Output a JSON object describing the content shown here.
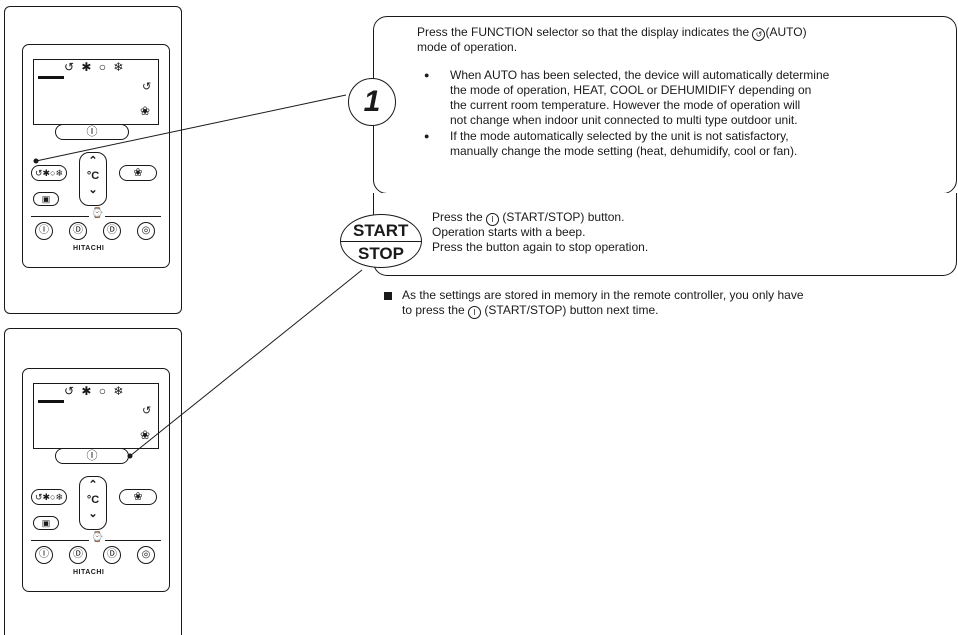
{
  "remote": {
    "lcd_mode_icons": "↺ ✱ ○ ❄",
    "lcd_auto_icon": "↺",
    "lcd_fan_icon": "❀",
    "start_stop_symbol": "Ⓘ",
    "mode_button_icons": "↺✱○❄",
    "temp_label": "°C",
    "fan_button_icon": "❀",
    "timer_button_icon": "▣",
    "timer_icon": "⌚",
    "bottom_button_1": "Ⓘ",
    "bottom_button_2": "Ⓓ",
    "bottom_button_3": "Ⓓ",
    "bottom_button_4": "◎",
    "brand": "HITACHI"
  },
  "step1": {
    "number": "1",
    "intro_prefix": "Press the FUNCTION selector so that the display indicates the",
    "intro_icon": "↺",
    "intro_suffix": "(AUTO)",
    "intro_line2": "mode of operation.",
    "bullet1_lines": [
      "When AUTO has been selected, the device will automatically determine",
      "the mode of operation, HEAT, COOL or DEHUMIDIFY depending on",
      "the current room temperature.  However the mode of operation will",
      "not change when indoor unit connected to multi type outdoor unit."
    ],
    "bullet2_lines": [
      "If the mode automatically selected by the unit is not satisfactory,",
      "manually change the mode setting (heat, dehumidify, cool or fan)."
    ]
  },
  "start_stop": {
    "label_top": "START",
    "label_bottom": "STOP",
    "line1_prefix": "Press the",
    "line1_icon": "I",
    "line1_suffix": "(START/STOP) button.",
    "line2": "Operation starts with a beep.",
    "line3": "Press the button again to stop operation."
  },
  "note": {
    "line1_prefix": "As the settings are stored in memory in the remote controller, you only have",
    "line2_prefix": "to press the",
    "line2_icon": "I",
    "line2_suffix": "(START/STOP) button next time."
  }
}
